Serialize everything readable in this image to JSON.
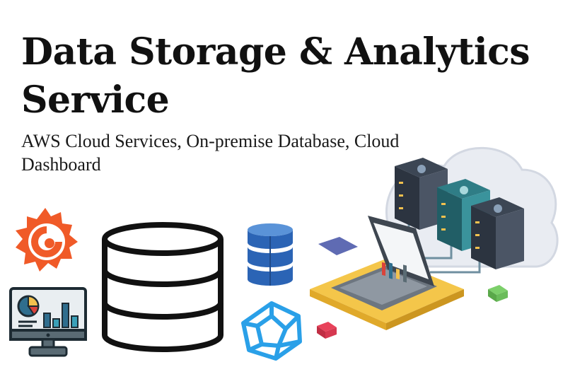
{
  "title": "Data Storage & Analytics Service",
  "subtitle": "AWS Cloud Services, On-premise Database, Cloud Dashboard",
  "icons": [
    {
      "name": "grafana-logo",
      "color": "#f05a28"
    },
    {
      "name": "dashboard-monitor-icon",
      "color": "#2f6e8e"
    },
    {
      "name": "database-icon",
      "color": "#111111"
    },
    {
      "name": "aws-dynamodb-icon",
      "color": "#2b64b5"
    },
    {
      "name": "icosahedron-icon",
      "color": "#2aa0e8"
    },
    {
      "name": "cloud-server-laptop-illustration",
      "color": "#f4c64a"
    }
  ]
}
